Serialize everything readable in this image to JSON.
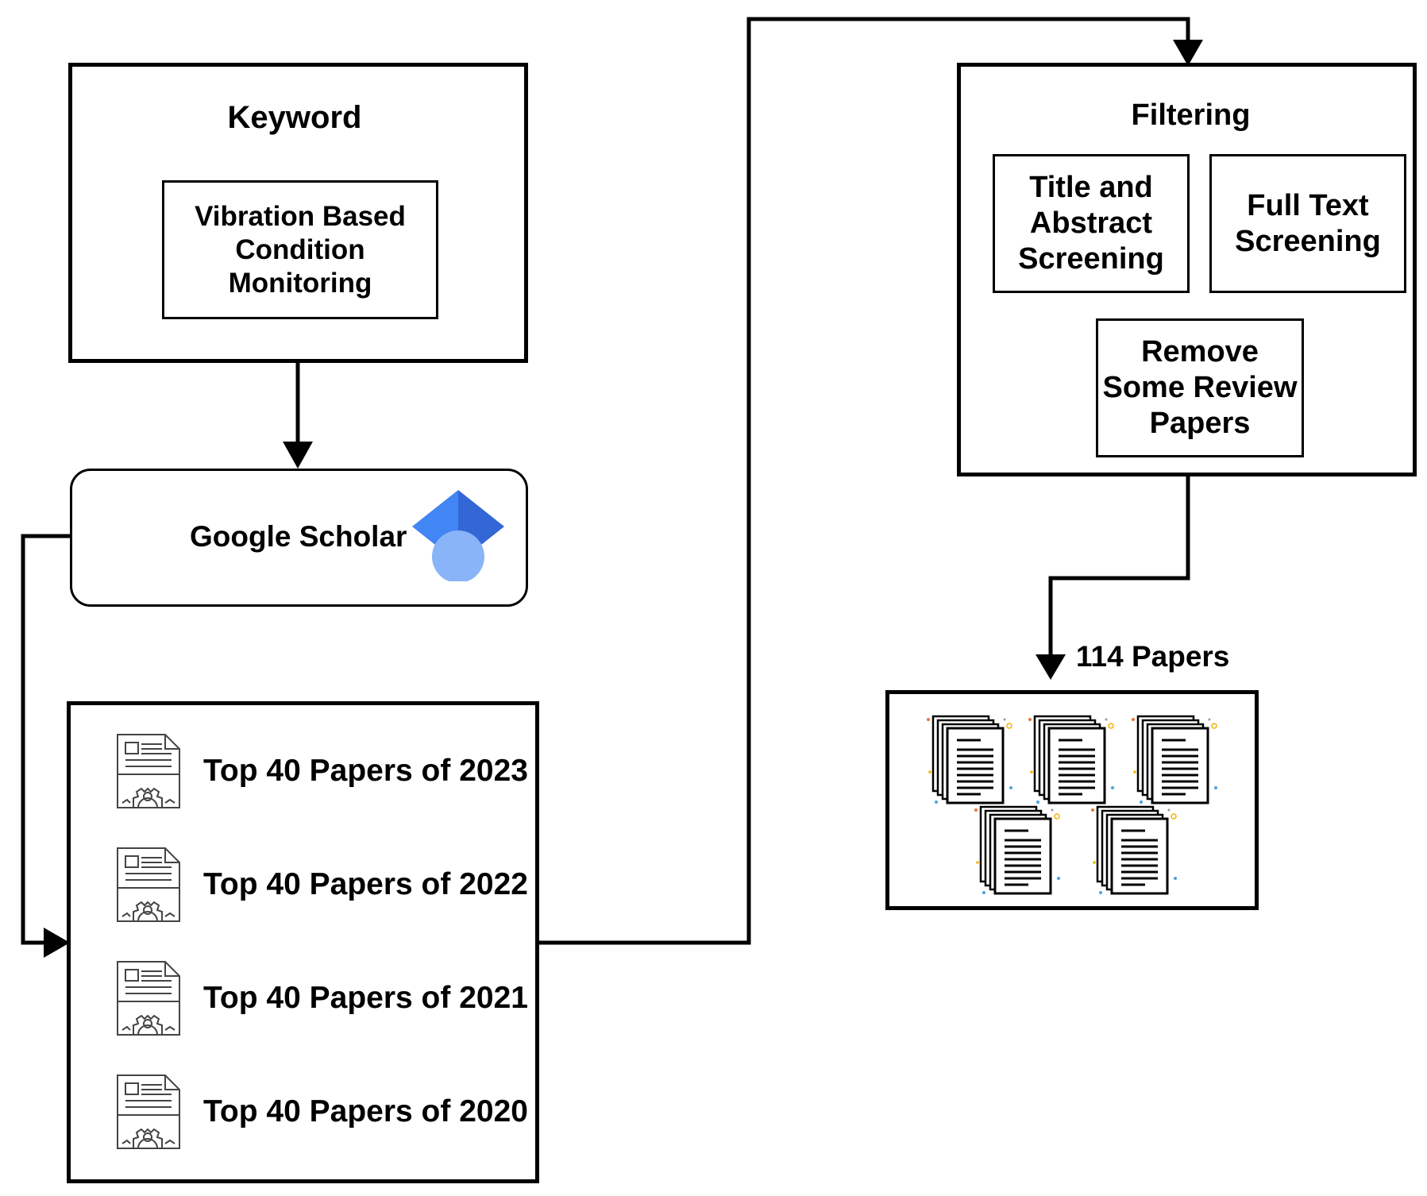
{
  "keyword": {
    "title": "Keyword",
    "term": "Vibration Based Condition Monitoring"
  },
  "source": {
    "label": "Google Scholar",
    "icon": "google-scholar-icon",
    "colors": {
      "cap_left": "#4285F4",
      "cap_right": "#3367D6",
      "head": "#8AB4F8"
    }
  },
  "papers": {
    "rows": [
      {
        "label": "Top 40 Papers of 2023",
        "icon": "document-gear-icon"
      },
      {
        "label": "Top 40 Papers of 2022",
        "icon": "document-gear-icon"
      },
      {
        "label": "Top 40 Papers of 2021",
        "icon": "document-gear-icon"
      },
      {
        "label": "Top 40 Papers of 2020",
        "icon": "document-gear-icon"
      }
    ]
  },
  "filtering": {
    "title": "Filtering",
    "steps": [
      "Title and Abstract Screening",
      "Full Text Screening",
      "Remove Some Review Papers"
    ]
  },
  "result": {
    "label": "114 Papers",
    "icon": "document-stack-icon"
  }
}
